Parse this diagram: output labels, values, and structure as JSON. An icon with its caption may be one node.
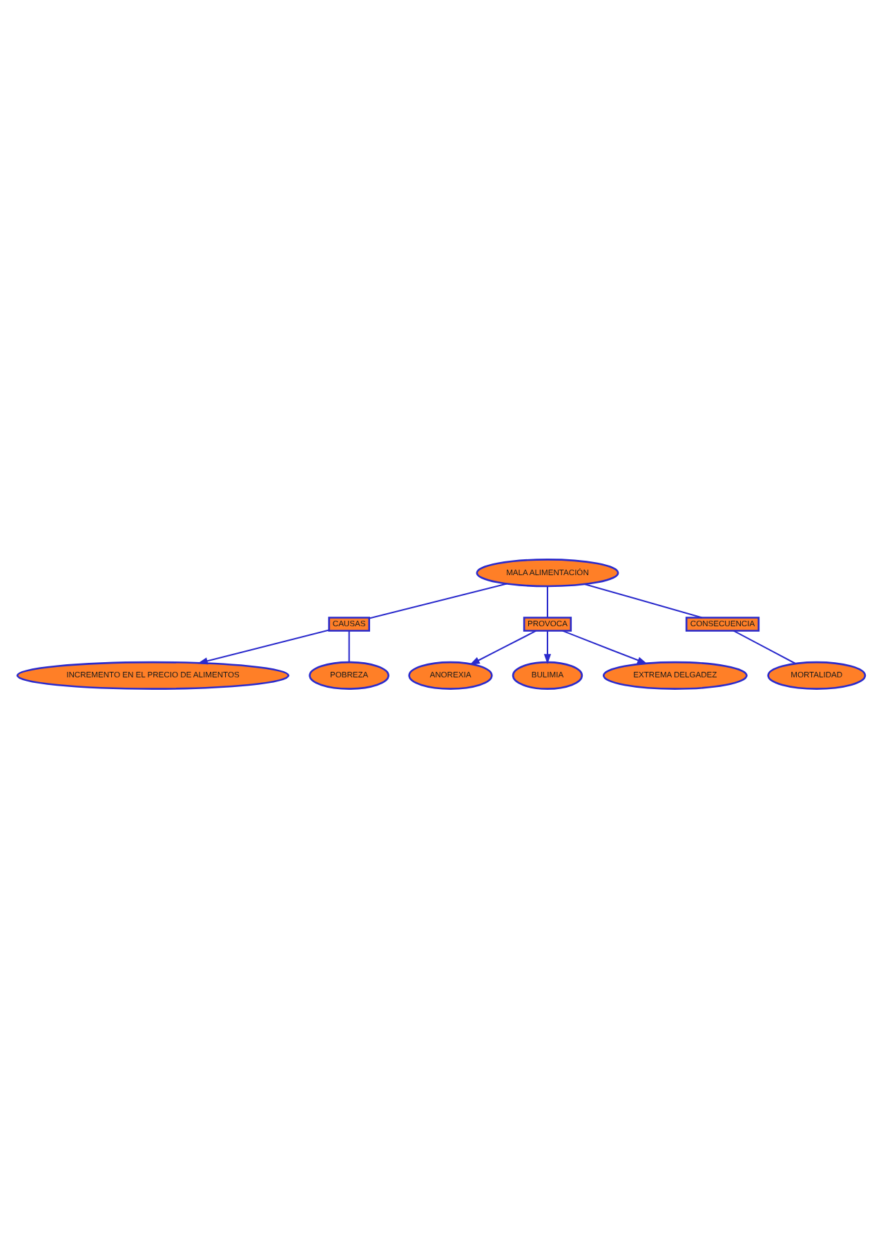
{
  "diagram": {
    "nodes": [
      {
        "text": [
          "MALA ALIMENTACIÓN"
        ]
      },
      {
        "text": [
          "CAUSAS"
        ]
      },
      {
        "text": [
          "INCREMENTO EN EL PRECIO DE ALIMENTOS"
        ]
      },
      {
        "text": [
          "POBREZA"
        ]
      },
      {
        "text": [
          "PROVOCA"
        ]
      },
      {
        "text": [
          "ANOREXIA"
        ]
      },
      {
        "text": [
          "BULIMIA"
        ]
      },
      {
        "text": [
          "EXTREMA DELGADEZ"
        ]
      },
      {
        "text": [
          "CONSECUENCIA"
        ]
      },
      {
        "text": [
          "MORTALIDAD"
        ]
      }
    ],
    "edges": [
      {
        "from": 0,
        "to": 1,
        "arrow": "none"
      },
      {
        "from": 1,
        "to": 2,
        "arrow": "to"
      },
      {
        "from": 1,
        "to": 3,
        "arrow": "none"
      },
      {
        "from": 0,
        "to": 4,
        "arrow": "none"
      },
      {
        "from": 4,
        "to": 5,
        "arrow": "to"
      },
      {
        "from": 4,
        "to": 6,
        "arrow": "to"
      },
      {
        "from": 4,
        "to": 7,
        "arrow": "to"
      },
      {
        "from": 0,
        "to": 8,
        "arrow": "none"
      },
      {
        "from": 8,
        "to": 9,
        "arrow": "none"
      }
    ]
  }
}
